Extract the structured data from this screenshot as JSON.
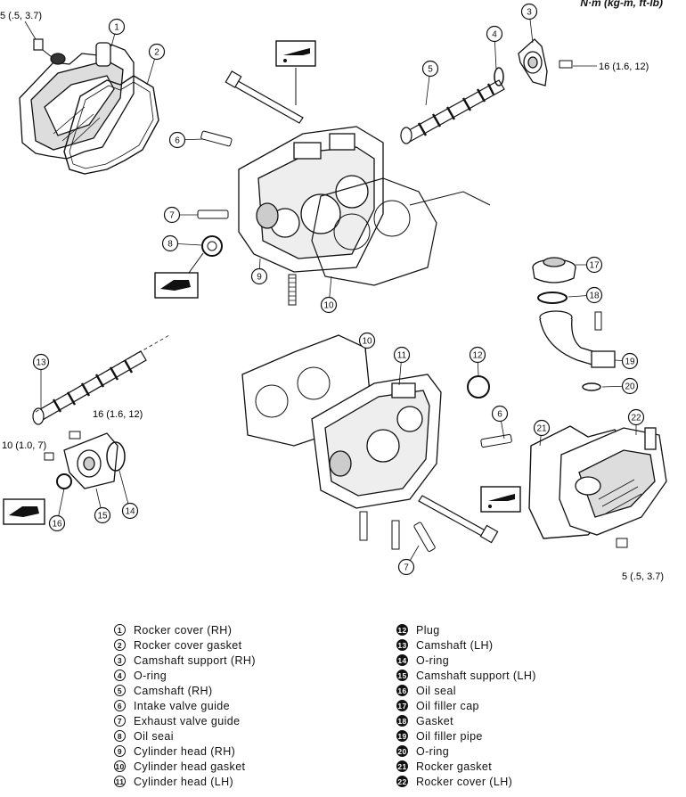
{
  "units": "N·m (kg-m, ft-lb)",
  "callouts": {
    "torque_top_left": "5 (.5, 3.7)",
    "torque_top_right": "16 (1.6, 12)",
    "torque_mid_left": "16 (1.6, 12)",
    "torque_left": "10 (1.0, 7)",
    "torque_bottom_right": "5 (.5, 3.7)"
  },
  "legend_left": [
    {
      "num": "1",
      "label": "Rocker cover (RH)"
    },
    {
      "num": "2",
      "label": "Rocker cover gasket"
    },
    {
      "num": "3",
      "label": "Camshaft support (RH)"
    },
    {
      "num": "4",
      "label": "O-ring"
    },
    {
      "num": "5",
      "label": "Camshaft (RH)"
    },
    {
      "num": "6",
      "label": "Intake valve guide"
    },
    {
      "num": "7",
      "label": "Exhaust valve guide"
    },
    {
      "num": "8",
      "label": "Oil seai"
    },
    {
      "num": "9",
      "label": "Cylinder head (RH)"
    },
    {
      "num": "10",
      "label": "Cylinder head gasket"
    },
    {
      "num": "11",
      "label": "Cylinder head (LH)"
    }
  ],
  "legend_right": [
    {
      "num": "12",
      "label": "Plug"
    },
    {
      "num": "13",
      "label": "Camshaft (LH)"
    },
    {
      "num": "14",
      "label": "O-ring"
    },
    {
      "num": "15",
      "label": "Camshaft support (LH)"
    },
    {
      "num": "16",
      "label": "Oil seal"
    },
    {
      "num": "17",
      "label": "Oil filler cap"
    },
    {
      "num": "18",
      "label": "Gasket"
    },
    {
      "num": "19",
      "label": "Oil filler pipe"
    },
    {
      "num": "20",
      "label": "O-ring"
    },
    {
      "num": "21",
      "label": "Rocker gasket"
    },
    {
      "num": "22",
      "label": "Rocker cover (LH)"
    }
  ]
}
